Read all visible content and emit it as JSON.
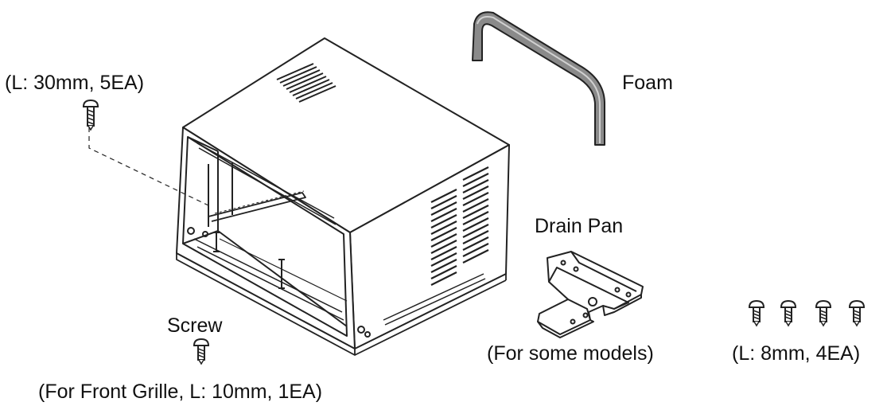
{
  "labels": {
    "long_screw": "(L: 30mm, 5EA)",
    "foam": "Foam",
    "drain_pan": "Drain Pan",
    "drain_pan_note": "(For some models)",
    "screw": "Screw",
    "front_grille_screw": "(For Front Grille, L: 10mm, 1EA)",
    "short_screws": "(L: 8mm, 4EA)"
  },
  "colors": {
    "line": "#222222",
    "foam_fill": "#8a8a8a",
    "background": "#ffffff"
  },
  "icons": {
    "screw": "screw-icon",
    "cabinet": "cabinet-drawing",
    "foam": "foam-strip-drawing",
    "drain_pan": "drain-pan-drawing"
  }
}
